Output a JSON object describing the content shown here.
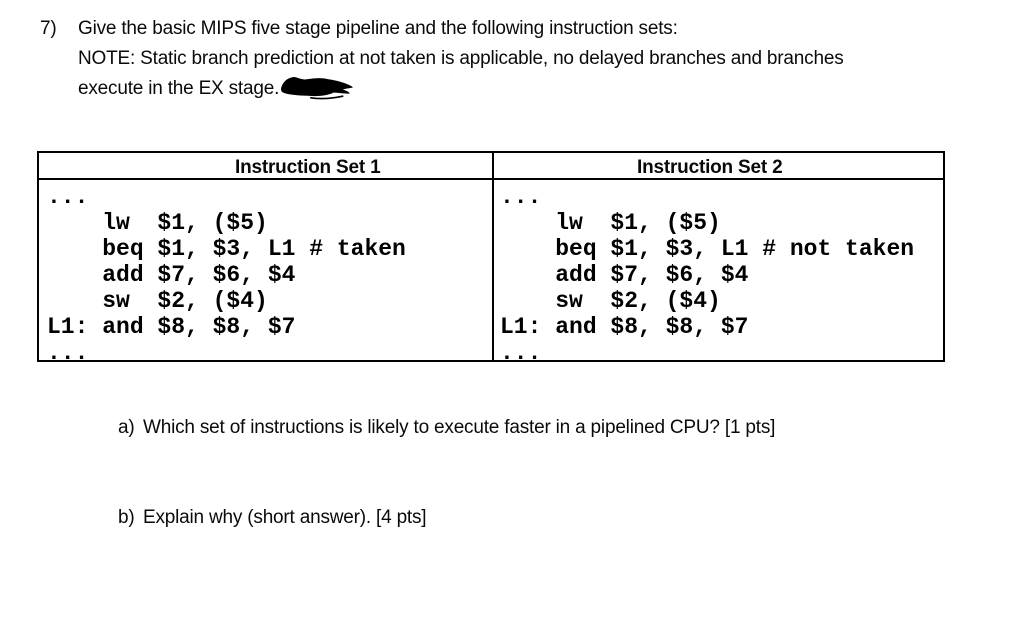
{
  "question": {
    "number": "7)",
    "line1": "Give the basic MIPS five stage pipeline and the following instruction sets:",
    "line2": "NOTE: Static branch prediction at not taken is applicable, no delayed branches and branches",
    "line3": "execute in the EX stage."
  },
  "redaction": {
    "icon": "ink-scribble"
  },
  "table": {
    "columns": [
      {
        "header": "Instruction Set 1",
        "code": "...\n    lw  $1, ($5)\n    beq $1, $3, L1 # taken\n    add $7, $6, $4\n    sw  $2, ($4)\nL1: and $8, $8, $7\n..."
      },
      {
        "header": "Instruction Set 2",
        "code": "...\n    lw  $1, ($5)\n    beq $1, $3, L1 # not taken\n    add $7, $6, $4\n    sw  $2, ($4)\nL1: and $8, $8, $7\n..."
      }
    ]
  },
  "subquestions": [
    {
      "label": "a)",
      "text": "Which set of instructions is likely to execute faster in a pipelined CPU? [1 pts]"
    },
    {
      "label": "b)",
      "text": "Explain why (short answer). [4 pts]"
    }
  ],
  "colors": {
    "background": "#ffffff",
    "text": "#0a0a0a",
    "border": "#000000",
    "redaction": "#000000"
  }
}
